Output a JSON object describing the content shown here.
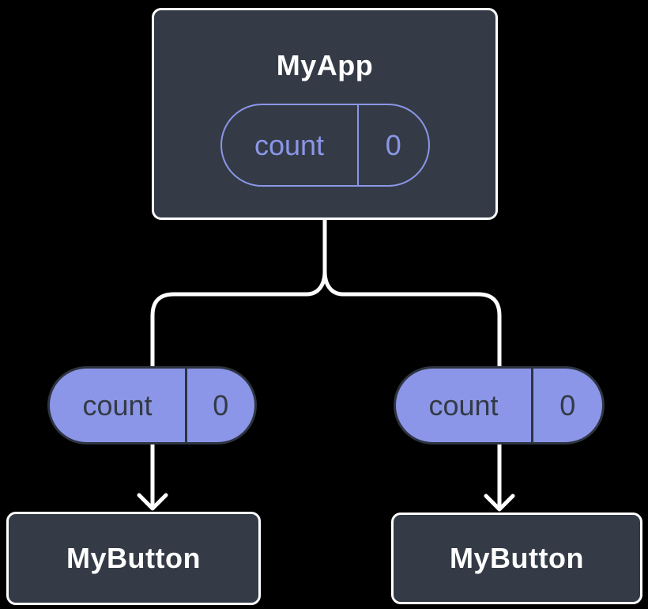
{
  "root_node": {
    "label": "MyApp",
    "state_pill": {
      "name": "count",
      "value": "0"
    }
  },
  "child_pills": [
    {
      "name": "count",
      "value": "0"
    },
    {
      "name": "count",
      "value": "0"
    }
  ],
  "child_nodes": [
    {
      "label": "MyButton"
    },
    {
      "label": "MyButton"
    }
  ],
  "colors": {
    "background": "#000000",
    "node_fill": "#343b46",
    "node_border": "#ffffff",
    "pill_purple": "#8b96e8",
    "pill_dark_border": "#2e3440",
    "pill_dark_text": "#333a45",
    "connector": "#ffffff"
  }
}
